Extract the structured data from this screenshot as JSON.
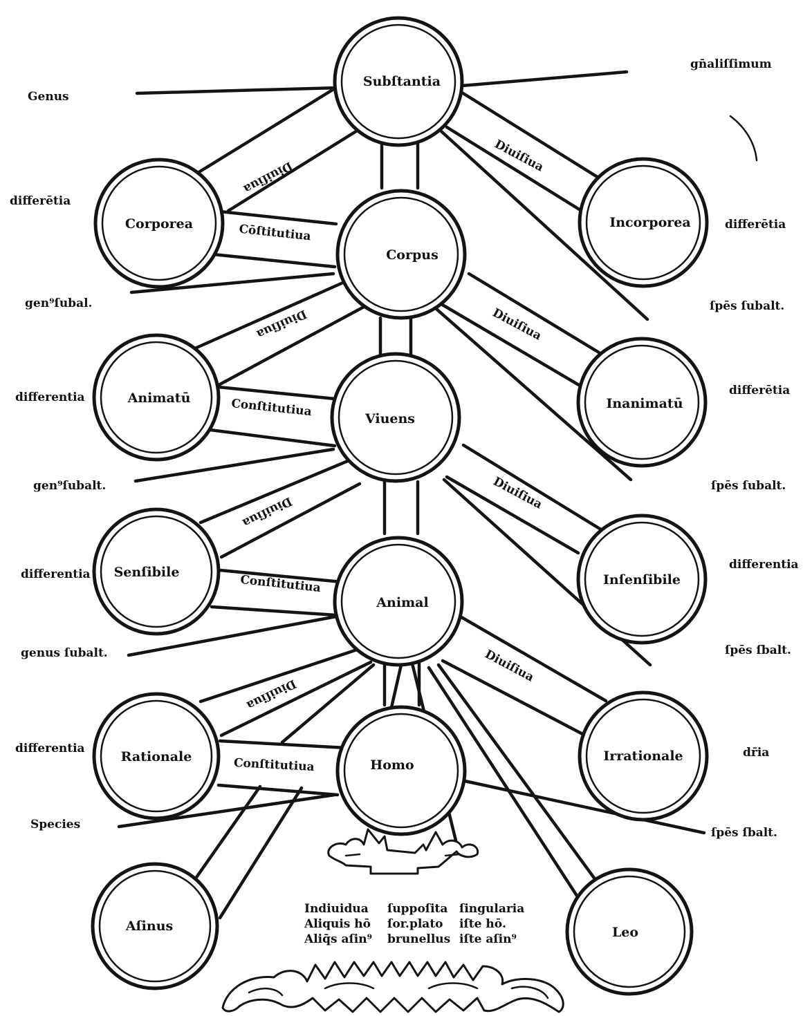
{
  "nodes": {
    "substantia": "Subſtantia",
    "corporea": "Corporea",
    "corpus": "Corpus",
    "incorporea": "Incorporea",
    "animatum": "Animatū",
    "vivens": "Viuens",
    "inanimatum": "Inanimatū",
    "sensibile": "Senſibile",
    "animal": "Animal",
    "insensibile": "Inſenſibile",
    "rationale": "Rationale",
    "homo": "Homo",
    "irrationale": "Irrationale",
    "asinus": "Aſinus",
    "leo": "Leo"
  },
  "left_labels": {
    "genus": "Genus",
    "differentia_1": "differētia",
    "genus_subalt_1": "gen⁹ſubal.",
    "differentia_2": "differentia",
    "genus_subalt_2": "gen⁹ſubalt.",
    "differentia_3": "differentia",
    "genus_subalt_3": "genus ſubalt.",
    "differentia_4": "differentia",
    "species": "Species"
  },
  "right_labels": {
    "generalissimum": "gn̄aliſſimum",
    "differentia_1": "differētia",
    "species_subalt_1": "ſpēs ſubalt.",
    "differentia_2": "differētia",
    "species_subalt_2": "ſpēs ſubalt.",
    "differentia_3": "differentia",
    "species_subalt_3": "ſpēs ſbalt.",
    "differentia_4": "dr̄ia",
    "species_specialissima": "ſpēs ſbalt."
  },
  "branch_labels": {
    "divisiva": "Diuiſiua",
    "constitutiva_1": "Cōſtitutiua",
    "constitutiva": "Conſtitutiua"
  },
  "individua": {
    "row1": [
      "Indiuidua",
      "ſuppoſita",
      "ſingularia"
    ],
    "row2": [
      "Aliquis hō",
      "ſor.plato",
      "iſte hō."
    ],
    "row3": [
      "Aliq̄s aſin⁹",
      "brunellus",
      "iſte aſin⁹"
    ]
  }
}
